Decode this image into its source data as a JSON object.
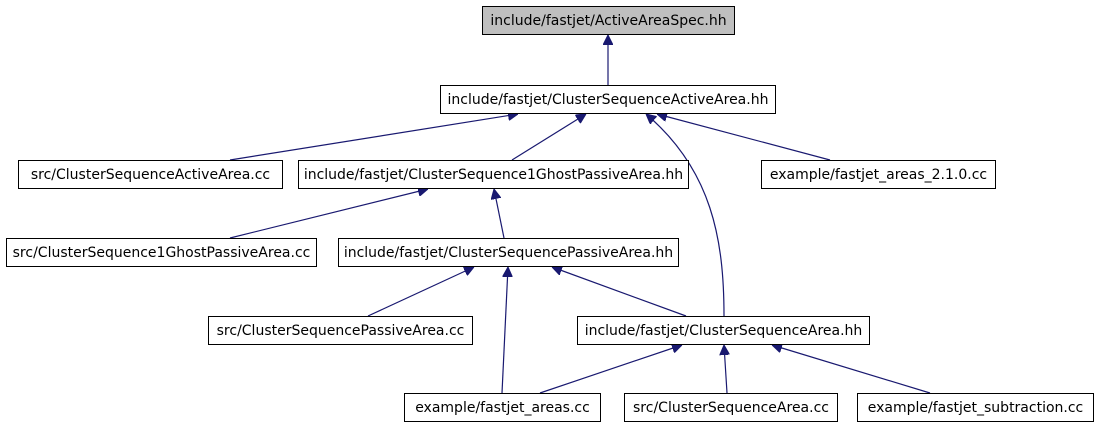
{
  "colors": {
    "edge": "#191970",
    "root_fill": "#bfbfbf",
    "node_fill": "#ffffff",
    "border": "#000000"
  },
  "nodes": {
    "active_area_spec": "include/fastjet/ActiveAreaSpec.hh",
    "cs_active_area_hh": "include/fastjet/ClusterSequenceActiveArea.hh",
    "cs_active_area_cc": "src/ClusterSequenceActiveArea.cc",
    "cs_1ghost_passive_hh": "include/fastjet/ClusterSequence1GhostPassiveArea.hh",
    "fastjet_areas_210": "example/fastjet_areas_2.1.0.cc",
    "cs_1ghost_passive_cc": "src/ClusterSequence1GhostPassiveArea.cc",
    "cs_passive_area_hh": "include/fastjet/ClusterSequencePassiveArea.hh",
    "cs_passive_area_cc": "src/ClusterSequencePassiveArea.cc",
    "cs_area_hh": "include/fastjet/ClusterSequenceArea.hh",
    "fastjet_areas": "example/fastjet_areas.cc",
    "cs_area_cc": "src/ClusterSequenceArea.cc",
    "fastjet_subtraction": "example/fastjet_subtraction.cc"
  }
}
